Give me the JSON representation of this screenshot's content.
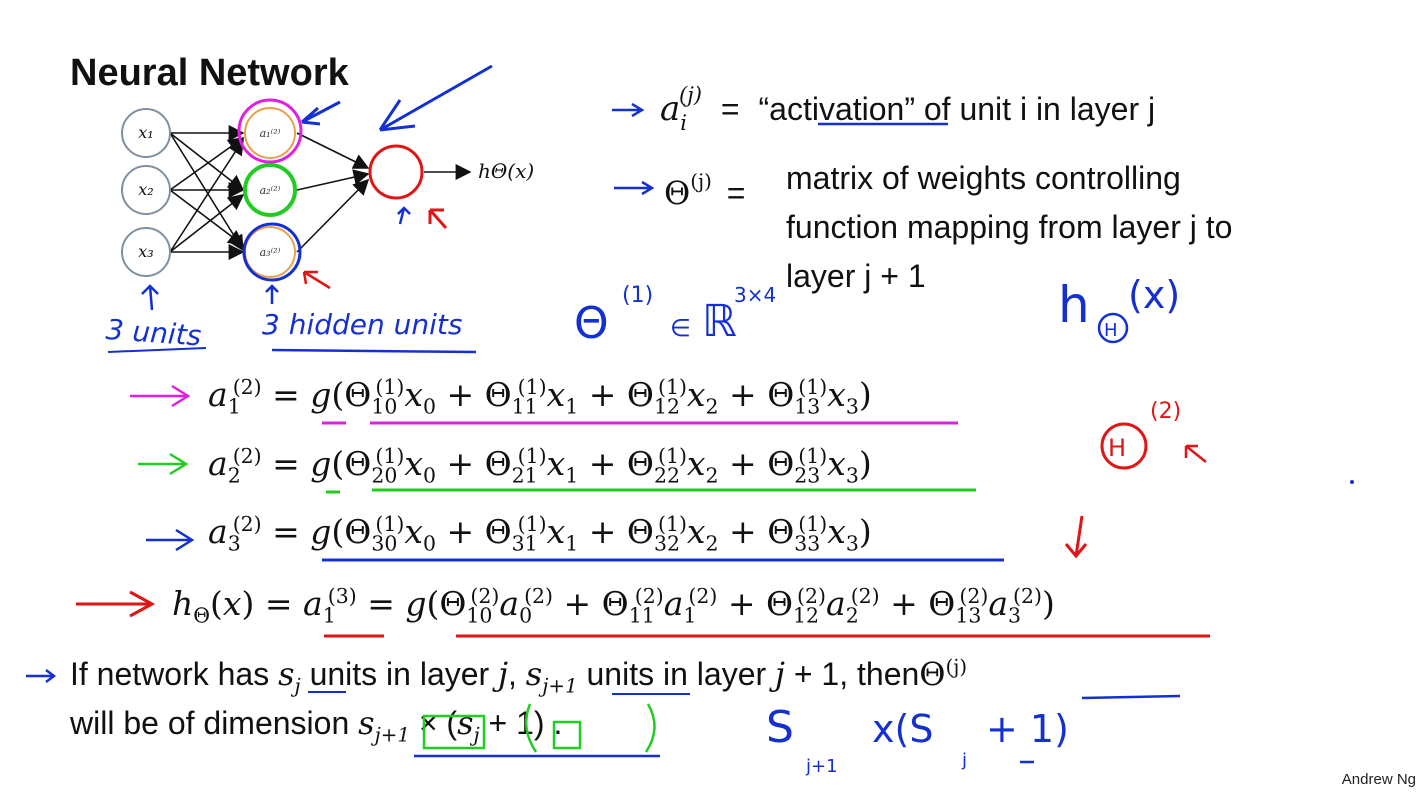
{
  "slide": {
    "title": "Neural Network",
    "credit": "Andrew Ng",
    "network": {
      "inputs": [
        "x1",
        "x2",
        "x3"
      ],
      "hidden": [
        "a1(2)",
        "a2(2)",
        "a3(2)"
      ],
      "output_label": "hΘ(x)"
    },
    "definitions": {
      "activation_lhs": "a",
      "activation_text": "“activation” of unit i in layer j",
      "theta_lhs": "Θ",
      "theta_text_1": "matrix of weights controlling",
      "theta_text_2": "function mapping from layer j to",
      "theta_text_3": "layer j + 1"
    },
    "equations": {
      "eq1": "a₁⁽²⁾ = g(Θ₁₀⁽¹⁾x₀ + Θ₁₁⁽¹⁾x₁ + Θ₁₂⁽¹⁾x₂ + Θ₁₃⁽¹⁾x₃)",
      "eq2": "a₂⁽²⁾ = g(Θ₂₀⁽¹⁾x₀ + Θ₂₁⁽¹⁾x₁ + Θ₂₂⁽¹⁾x₂ + Θ₂₃⁽¹⁾x₃)",
      "eq3": "a₃⁽²⁾ = g(Θ₃₀⁽¹⁾x₀ + Θ₃₁⁽¹⁾x₁ + Θ₃₂⁽¹⁾x₂ + Θ₃₃⁽¹⁾x₃)",
      "eq4": "hΘ(x) = a₁⁽³⁾ = g(Θ₁₀⁽²⁾a₀⁽²⁾ + Θ₁₁⁽²⁾a₁⁽²⁾ + Θ₁₂⁽²⁾a₂⁽²⁾ + Θ₁₃⁽²⁾a₃⁽²⁾)"
    },
    "dimension": {
      "line1": "If network has sⱼ units in layer j, sⱼ₊₁ units in layer j + 1, then Θ⁽ʲ⁾",
      "line2": "will be of dimension sⱼ₊₁ × (sⱼ + 1) ."
    },
    "handwritten": {
      "three_units": "3 units",
      "three_hidden": "3 hidden units",
      "theta_dim": "Θ⁽¹⁾ ∈ ℝ³ˣ⁴",
      "h_theta": "hΘ(x)",
      "theta2": "Θ⁽²⁾",
      "sj_expr": "Sj+1 × (Sj + 1)"
    },
    "colors": {
      "pink": "#e020e0",
      "green": "#22cc22",
      "blue": "#1530d0",
      "red": "#e01515",
      "orange": "#e8a050"
    }
  }
}
